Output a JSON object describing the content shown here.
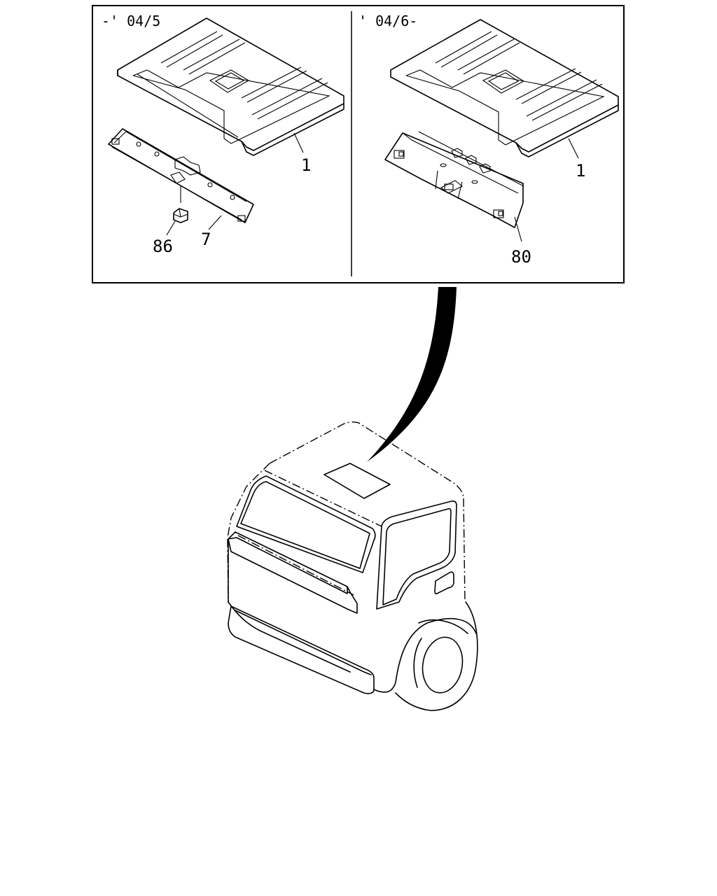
{
  "panels": {
    "left": {
      "period": "-' 04/5",
      "callouts": [
        "1",
        "86",
        "7"
      ]
    },
    "right": {
      "period": "' 04/6-",
      "callouts": [
        "1",
        "80"
      ]
    }
  }
}
